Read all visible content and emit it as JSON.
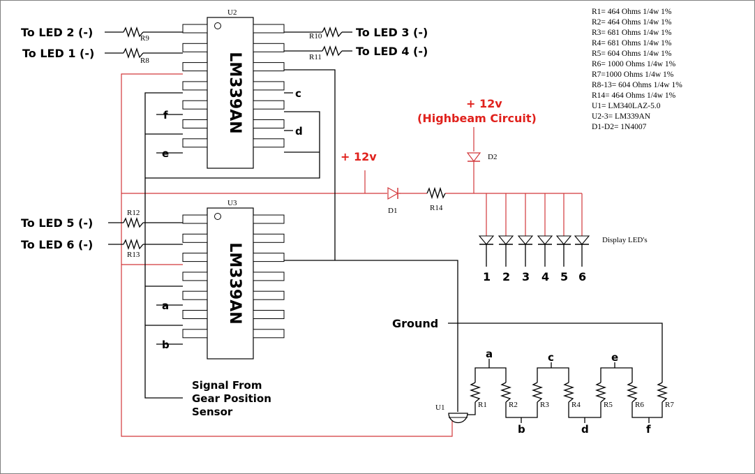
{
  "chips": {
    "u2": {
      "ref": "U2",
      "part": "LM339AN"
    },
    "u3": {
      "ref": "U3",
      "part": "LM339AN"
    }
  },
  "led_outputs": {
    "led2": "To LED 2 (-)",
    "led1": "To LED 1 (-)",
    "led3": "To LED 3 (-)",
    "led4": "To LED 4 (-)",
    "led5": "To LED 5 (-)",
    "led6": "To LED 6 (-)"
  },
  "resistors": {
    "r1": "R1",
    "r2": "R2",
    "r3": "R3",
    "r4": "R4",
    "r5": "R5",
    "r6": "R6",
    "r7": "R7",
    "r8": "R8",
    "r9": "R9",
    "r10": "R10",
    "r11": "R11",
    "r12": "R12",
    "r13": "R13",
    "r14": "R14"
  },
  "nodes": {
    "a": "a",
    "b": "b",
    "c": "c",
    "d": "d",
    "e": "e",
    "f": "f"
  },
  "power": {
    "plus12": "+ 12v",
    "highbeam_plus12": "+ 12v",
    "highbeam_label": "(Highbeam Circuit)",
    "ground": "Ground"
  },
  "diodes": {
    "d1": "D1",
    "d2": "D2"
  },
  "regulator": {
    "u1": "U1"
  },
  "display": {
    "label": "Display LED's",
    "numbers": [
      "1",
      "2",
      "3",
      "4",
      "5",
      "6"
    ]
  },
  "signal": {
    "line1": "Signal From",
    "line2": "Gear Position",
    "line3": "Sensor"
  },
  "bom": [
    "R1= 464 Ohms 1/4w  1%",
    "R2= 464 Ohms 1/4w  1%",
    "R3= 681 Ohms 1/4w  1%",
    "R4= 681 Ohms 1/4w  1%",
    "R5= 604 Ohms 1/4w  1%",
    "R6= 1000 Ohms 1/4w  1%",
    "R7=1000 Ohms 1/4w  1%",
    "R8-13= 604 Ohms 1/4w  1%",
    "R14= 464 Ohms 1/4w 1%",
    "U1= LM340LAZ-5.0",
    "U2-3= LM339AN",
    "D1-D2= 1N4007"
  ],
  "colors": {
    "wire": "#000000",
    "supply_wire": "#d2373a",
    "power_text": "#e0211c",
    "background": "#ffffff"
  }
}
